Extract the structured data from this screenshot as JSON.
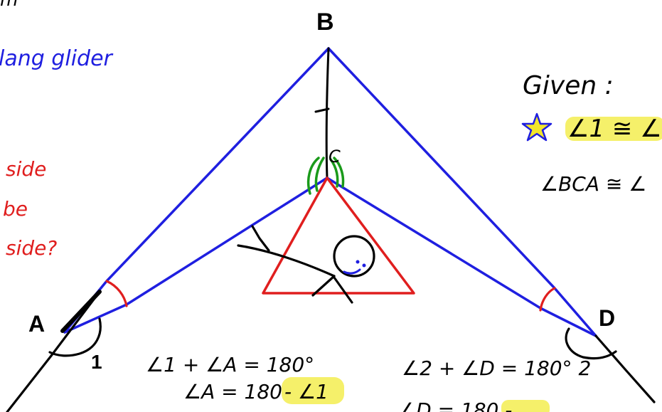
{
  "colors": {
    "background": "#ffffff",
    "kite": "#1f1fe0",
    "triangle": "#e01e1e",
    "angle_arcs": "#e01e1e",
    "congruence_arcs": "#1a9a1a",
    "ink": "#000000",
    "highlight": "#f5f06a",
    "star": "#f2e62a"
  },
  "icons": {
    "given_marker": "star-icon"
  },
  "top_left": {
    "title_fragment": "m",
    "blue_note": "lang glider"
  },
  "red_notes": [
    "side",
    "be",
    "side?"
  ],
  "vertex_labels": {
    "A": "A",
    "B": "B",
    "C": "C",
    "D": "D",
    "angle1": "1"
  },
  "given": {
    "heading": "Given :",
    "line1": "∠1 ≅ ∠",
    "line2": "∠BCA ≅ ∠"
  },
  "equations": {
    "left_line1": "∠1 + ∠A = 180°",
    "left_line2_main": "∠A = 180",
    "left_line2_hl": "- ∠1",
    "right_line1": "∠2 + ∠D = 180° 2",
    "right_line2": "∠D = 180 -"
  }
}
